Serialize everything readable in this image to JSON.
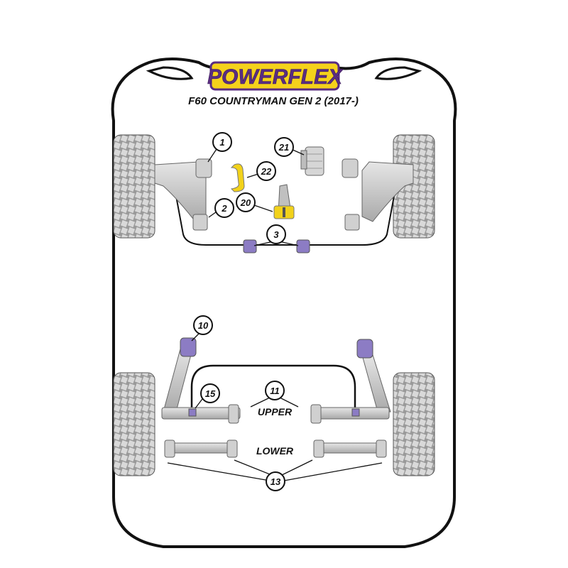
{
  "brand": {
    "logo_text": "POWERFLEX"
  },
  "subtitle": "F60 COUNTRYMAN GEN 2 (2017-)",
  "callouts": [
    "1",
    "2",
    "3",
    "10",
    "11",
    "13",
    "15",
    "20",
    "21",
    "22"
  ],
  "labels": {
    "upper": "UPPER",
    "lower": "LOWER"
  },
  "colors": {
    "bushing_purple": "#8c7cc4",
    "bushing_yellow": "#f2d21b",
    "logo_yellow": "#f5d21b",
    "logo_purple": "#5a2d82",
    "arm_grey": "#c8c8c8"
  }
}
